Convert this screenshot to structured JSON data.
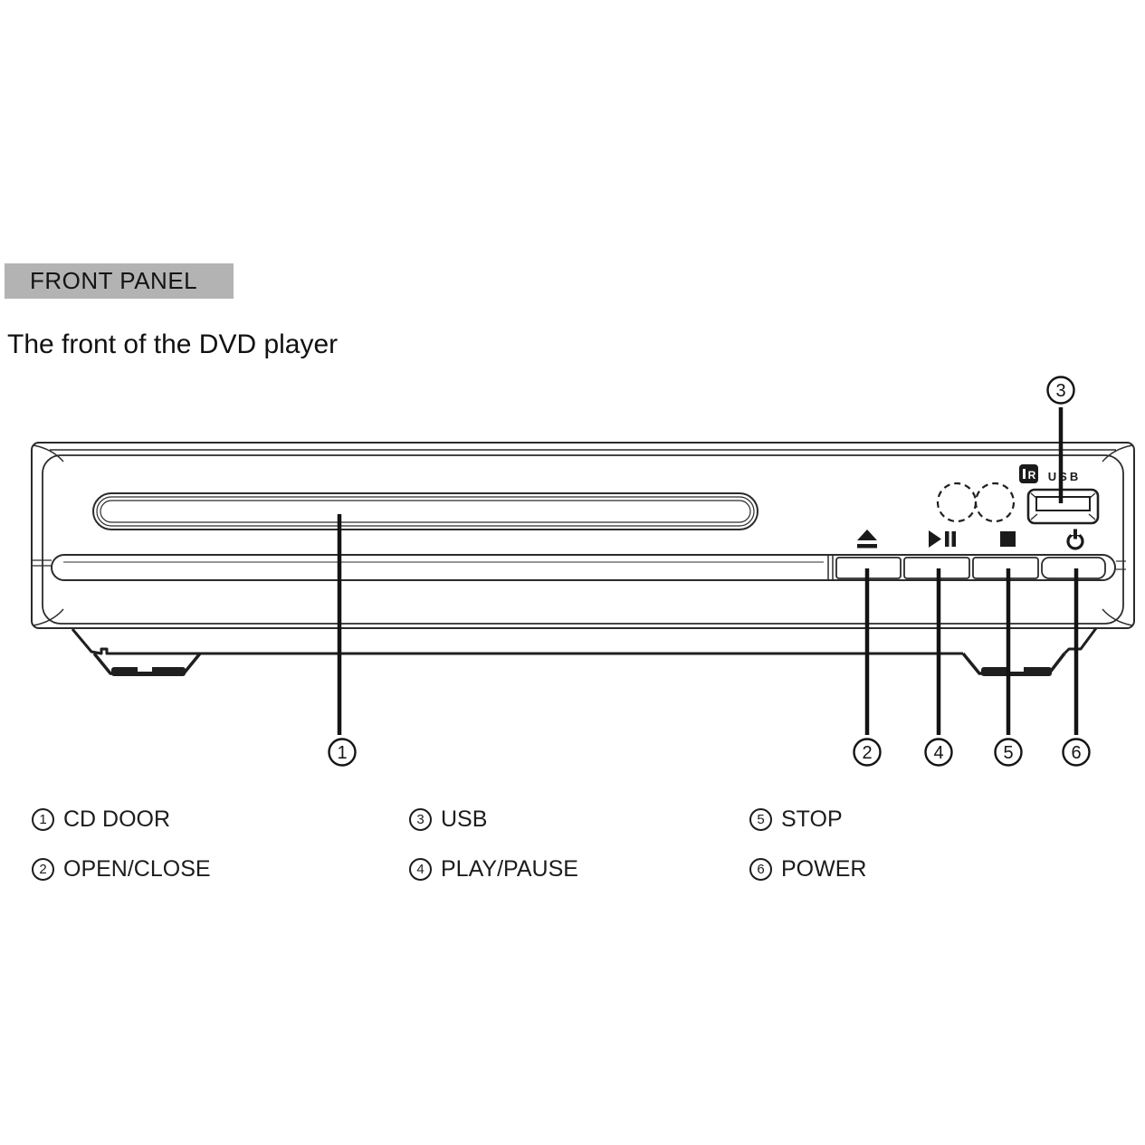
{
  "header": {
    "title": "FRONT PANEL",
    "bg": "#b3b3b3"
  },
  "subtitle": "The front of the DVD player",
  "diagram": {
    "usb_label": "USB",
    "ir_glyph": "R",
    "callouts": {
      "c1": "1",
      "c2": "2",
      "c3": "3",
      "c4": "4",
      "c5": "5",
      "c6": "6"
    }
  },
  "legend": {
    "items": [
      {
        "num": "1",
        "label": "CD DOOR"
      },
      {
        "num": "2",
        "label": "OPEN/CLOSE"
      },
      {
        "num": "3",
        "label": "USB"
      },
      {
        "num": "4",
        "label": "PLAY/PAUSE"
      },
      {
        "num": "5",
        "label": "STOP"
      },
      {
        "num": "6",
        "label": "POWER"
      }
    ]
  }
}
